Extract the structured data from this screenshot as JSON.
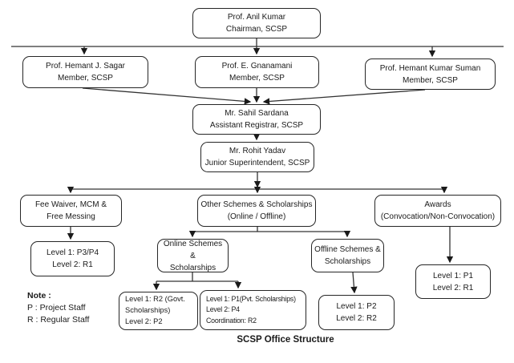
{
  "diagram": {
    "caption": "SCSP Office Structure",
    "note": {
      "title": "Note :",
      "lines": [
        "P : Project Staff",
        "R : Regular Staff"
      ]
    },
    "colors": {
      "box_border": "#262626",
      "connector": "#333333",
      "background": "#ffffff",
      "text": "#1a1a1a"
    },
    "nodes": {
      "chairman": {
        "line1": "Prof. Anil Kumar",
        "line2": "Chairman, SCSP"
      },
      "member_sagar": {
        "line1": "Prof. Hemant J. Sagar",
        "line2": "Member, SCSP"
      },
      "member_gnanamani": {
        "line1": "Prof. E. Gnanamani",
        "line2": "Member, SCSP"
      },
      "member_suman": {
        "line1": "Prof. Hemant Kumar Suman",
        "line2": "Member, SCSP"
      },
      "registrar": {
        "line1": "Mr. Sahil Sardana",
        "line2": "Assistant Registrar, SCSP"
      },
      "superintendent": {
        "line1": "Mr. Rohit Yadav",
        "line2": "Junior Superintendent, SCSP"
      },
      "fee_waiver": {
        "line1": "Fee Waiver, MCM &",
        "line2": "Free Messing"
      },
      "other_schemes": {
        "line1": "Other Schemes & Scholarships",
        "line2": "(Online / Offline)"
      },
      "awards": {
        "line1": "Awards",
        "line2": "(Convocation/Non-Convocation)"
      },
      "fee_levels": {
        "line1": "Level 1: P3/P4",
        "line2": "Level 2: R1"
      },
      "online_schemes": {
        "line1": "Online Schemes &",
        "line2": "Scholarships"
      },
      "offline_schemes": {
        "line1": "Offline Schemes &",
        "line2": "Scholarships"
      },
      "online_govt": {
        "line1": "Level 1: R2 (Govt.",
        "line2": "Scholarships)",
        "line3": "Level 2: P2"
      },
      "online_pvt": {
        "line1": "Level 1: P1(Pvt. Scholarships)",
        "line2": "Level 2: P4",
        "line3": "Coordination: R2"
      },
      "offline_levels": {
        "line1": "Level 1: P2",
        "line2": "Level 2: R2"
      },
      "awards_levels": {
        "line1": "Level 1: P1",
        "line2": "Level 2: R1"
      }
    }
  }
}
